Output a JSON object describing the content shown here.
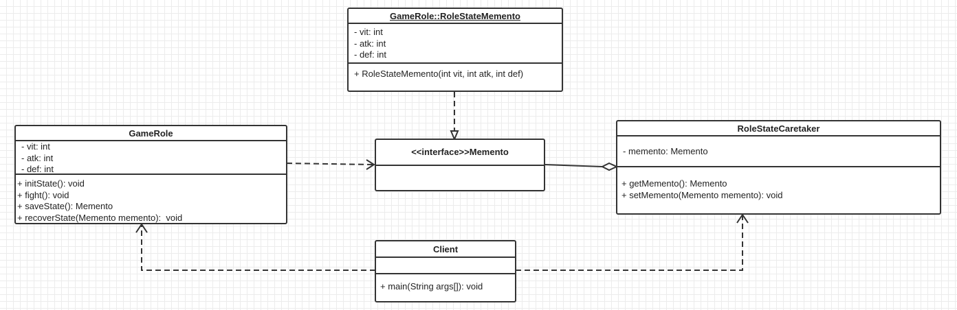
{
  "classes": {
    "memento_impl": {
      "name": "GameRole::RoleStateMemento",
      "attributes": [
        "- vit: int",
        "- atk: int",
        "- def: int"
      ],
      "operations": [
        "+ RoleStateMemento(int vit, int atk, int def)"
      ]
    },
    "game_role": {
      "name": "GameRole",
      "attributes": [
        "- vit: int",
        "- atk: int",
        "- def: int"
      ],
      "operations": [
        "+ initState(): void",
        "+ fight(): void",
        "+ saveState(): Memento",
        "+ recoverState(Memento memento):  void"
      ]
    },
    "memento": {
      "name": "<<interface>>Memento",
      "attributes": [],
      "operations": []
    },
    "caretaker": {
      "name": "RoleStateCaretaker",
      "attributes": [
        "- memento: Memento"
      ],
      "operations": [
        "+ getMemento(): Memento",
        "+ setMemento(Memento memento): void"
      ]
    },
    "client": {
      "name": "Client",
      "attributes": [],
      "operations": [
        "+ main(String args[]): void"
      ]
    }
  },
  "relations": [
    {
      "from": "GameRole::RoleStateMemento",
      "to": "<<interface>>Memento",
      "kind": "realization"
    },
    {
      "from": "GameRole",
      "to": "<<interface>>Memento",
      "kind": "dependency"
    },
    {
      "from": "RoleStateCaretaker",
      "to": "<<interface>>Memento",
      "kind": "aggregation"
    },
    {
      "from": "Client",
      "to": "GameRole",
      "kind": "dependency"
    },
    {
      "from": "Client",
      "to": "RoleStateCaretaker",
      "kind": "dependency"
    }
  ],
  "colors": {
    "line": "#333333",
    "grid": "#e8e8e8",
    "box_fill": "#ffffff"
  }
}
